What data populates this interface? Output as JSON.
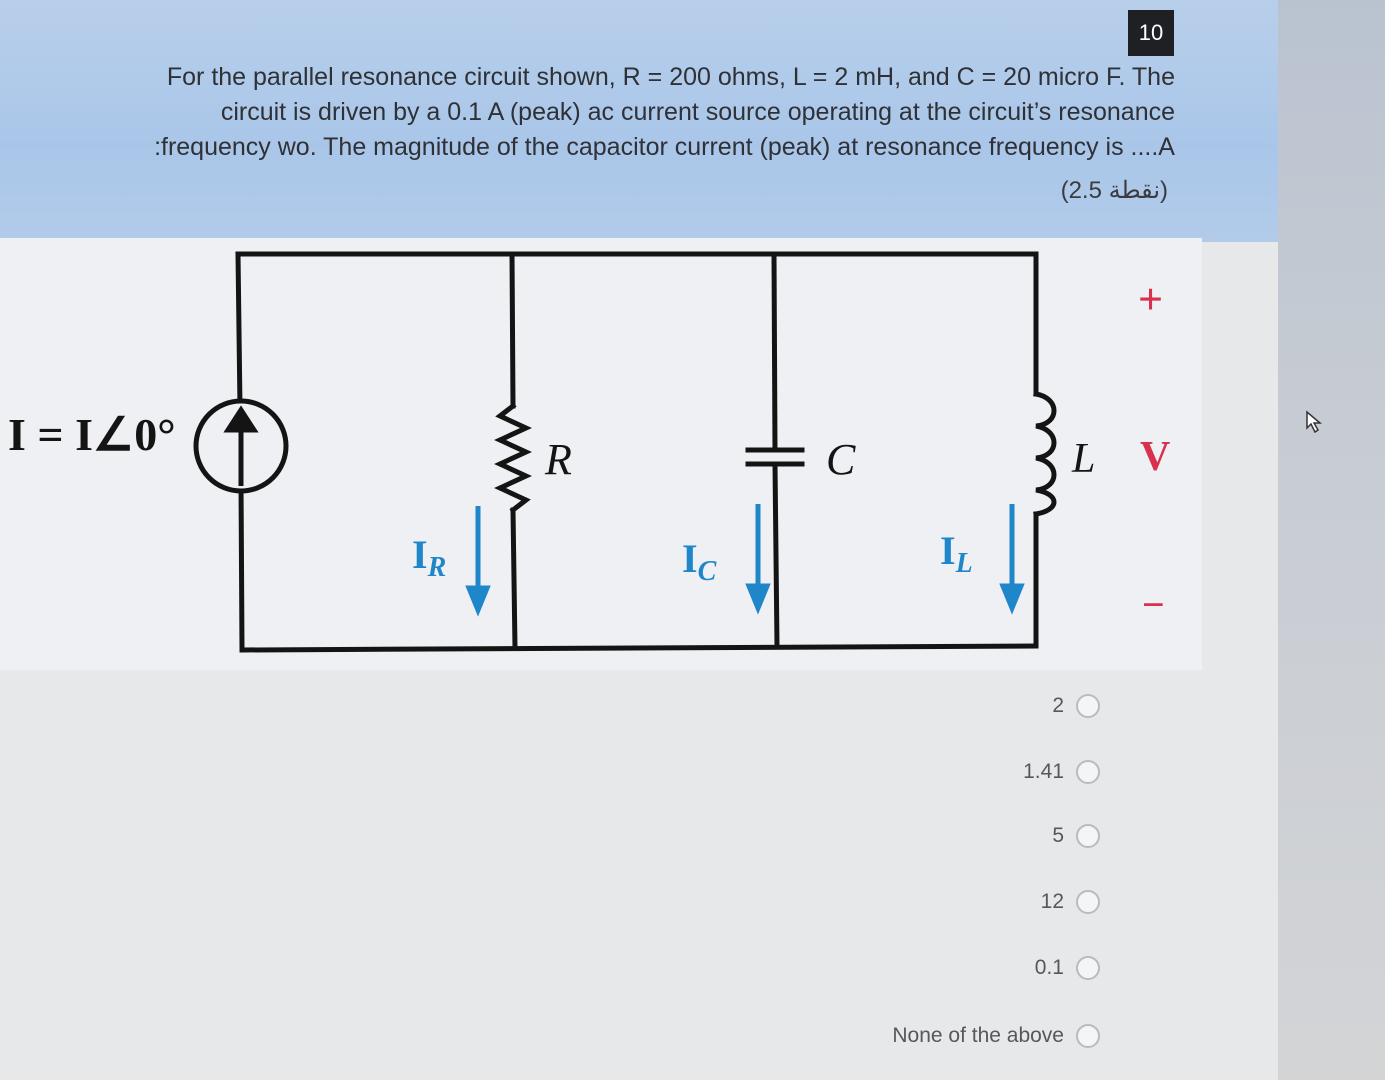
{
  "question": {
    "number": "10",
    "text_lines": [
      "For the parallel resonance circuit shown, R = 200 ohms, L = 2 mH, and C = 20 micro F. The",
      "circuit is driven by a 0.1 A (peak) ac current source operating at the circuit’s resonance",
      ":frequency wo. The magnitude of the capacitor current (peak) at resonance frequency is ....A"
    ],
    "points": "(نقطة 2.5)"
  },
  "circuit": {
    "source_label": "I = I∠0°",
    "resistor_label": "R",
    "capacitor_label": "C",
    "inductor_label": "L",
    "voltage_label": "V",
    "plus_sign": "+",
    "minus_sign": "−",
    "current_r": "I",
    "current_r_sub": "R",
    "current_c": "I",
    "current_c_sub": "C",
    "current_l": "I",
    "current_l_sub": "L",
    "colors": {
      "wire": "#141414",
      "current": "#1f86c9",
      "polarity": "#d9304d"
    }
  },
  "options": [
    {
      "label": "2"
    },
    {
      "label": "1.41"
    },
    {
      "label": "5"
    },
    {
      "label": "12"
    },
    {
      "label": "0.1"
    },
    {
      "label": "None of the above"
    }
  ]
}
